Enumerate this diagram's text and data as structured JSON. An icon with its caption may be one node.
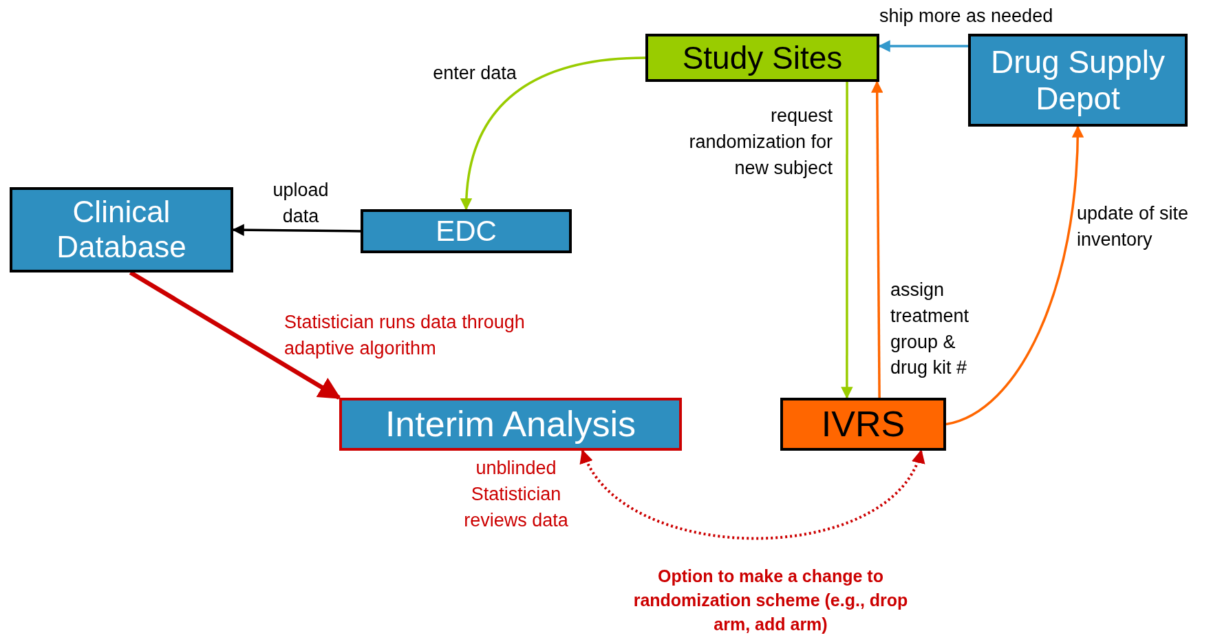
{
  "diagram": {
    "nodes": [
      {
        "text": [
          "Study Sites"
        ]
      },
      {
        "text": [
          "Drug Supply Depot"
        ]
      },
      {
        "text": [
          "Clinical Database"
        ]
      },
      {
        "text": [
          "EDC"
        ]
      },
      {
        "text": [
          "Interim Analysis"
        ],
        "beside": [
          "unblinded Statistician reviews data"
        ]
      },
      {
        "text": [
          "IVRS"
        ]
      }
    ],
    "edges": [
      {
        "from": 0,
        "to": 3,
        "arrow": "to",
        "label": "enter data",
        "color": "#99cc00"
      },
      {
        "from": 3,
        "to": 2,
        "arrow": "to",
        "label": "upload data",
        "color": "#000000"
      },
      {
        "from": 2,
        "to": 4,
        "arrow": "to",
        "label": "Statistician runs data through adaptive algorithm",
        "style": "thick",
        "color": "#cc0000"
      },
      {
        "from": 0,
        "to": 5,
        "arrow": "to",
        "label": "request randomization for new subject",
        "color": "#99cc00"
      },
      {
        "from": 5,
        "to": 0,
        "arrow": "to",
        "label": "assign treatment group & drug kit #",
        "color": "#ff6600"
      },
      {
        "from": 5,
        "to": 1,
        "arrow": "to",
        "label": "update of site inventory",
        "color": "#ff6600"
      },
      {
        "from": 1,
        "to": 0,
        "arrow": "to",
        "label": "ship more as needed",
        "color": "#3399cc"
      },
      {
        "from": 4,
        "to": 5,
        "arrow": "both",
        "label": "Option to make a change to randomization scheme (e.g., drop arm, add arm)",
        "style": "dashed",
        "color": "#cc0000"
      }
    ]
  }
}
